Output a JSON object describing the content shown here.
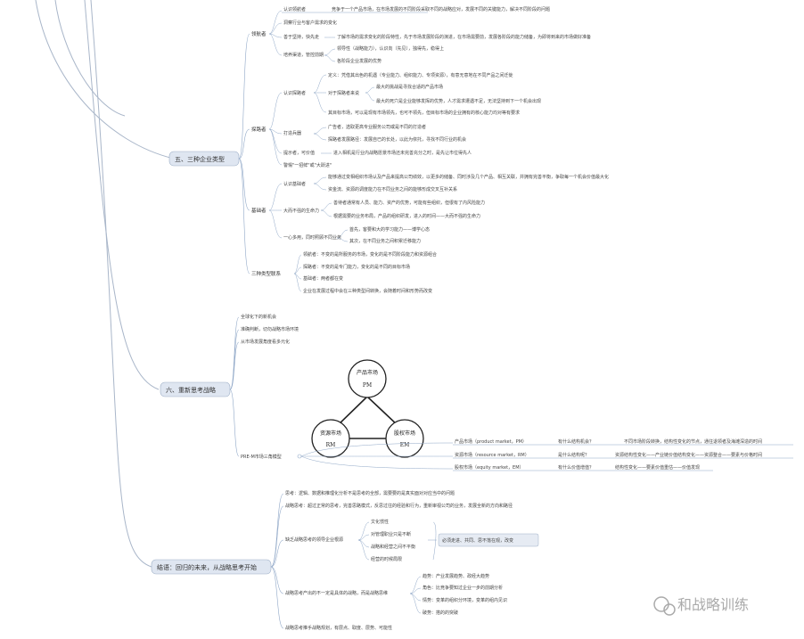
{
  "sections": {
    "s5": {
      "title": "五、三种企业类型",
      "types": {
        "navigator": {
          "name": "领航者",
          "items": [
            "认识领航者",
            "竞争于一个产品市场，在市场发展的不同阶段采取不同的战略应对，发展不同的关键能力，解决不同阶段的问题",
            "洞察行业与客户需求的变化",
            "善于坚持，快先走",
            "了解市场的需求变化的阶段特性，先于市场发展阶段的演进，在市场需要前，发展各阶段的能力储备，为即将到来的市场做好准备",
            "培养渠道，管控前期",
            "领导性（战略能力），认识向（先见），独得先，稳得上",
            "各阶段企业发展的优势"
          ]
        },
        "opportunist": {
          "name": "探路者",
          "items": [
            "认识探路者",
            "定义：凭借其出色的机遇（专业能力、组织能力、专项资源），有意无意地在不同产品之间迁徙",
            "对于探路者来说",
            "最大的挑战是寻找合适的产品市场",
            "最大的死穴是企业能够发挥的优势，人才需求遭遇不足，无法坚持到下一个机会出现",
            "其目标市场，可以是现有市场领先，也可不领先，但目标市场的企业拥有的核心能力均对等有要求",
            "打造兵器",
            "广告者，选取更高专业服务公司或是不同的打造者",
            "探路者发展路径：发展自已的长处，以此为依托，寻找不同行业的机会",
            "提示者，可价值",
            "进入相机是行业内战略愿景市场还未完善充分之时，是先让市位得先人",
            "警惕\"一招鲜\"或\"大跃进\""
          ]
        },
        "mover": {
          "name": "基础者",
          "items": [
            "认识基础者",
            "能够通过变相组织市场认及产品来提高公司绩效，以更多的储备、同时涉及几个产品、相互关联，并拥有完善平衡，争取每一个机会价值最大化",
            "资金流、资源的调度能力在不同业务之间的能够形成交叉互补关系",
            "大而不强的生命力",
            "善待者通常有人员、能力、资产的优势，可能有些组织，但很有了内风险能力",
            "根据需要的业务布局，产品的组织研发，进入的时间——大而不强的生命力",
            "一心多用，同时照顾不同业务",
            "首先，客要和大的学习能力——博学心态",
            "其次，在不同业务之间积累迁移能力"
          ]
        },
        "compare": {
          "name": "三种类型联系",
          "items": [
            "领航者：不变的是所服务的市场，变化的是不同阶段能力和资源组合",
            "探路者：不变的是专门能力，变化的是不同的目标市场",
            "基础者：两者都在变",
            "企业在发展过程中会在三种类型间转换，会随着时间和形势而改变"
          ]
        }
      }
    },
    "s6": {
      "title": "六、重新思考战略",
      "items": [
        "全球化下的新机会",
        "准确判断，切勿战略市场环境",
        "从市场发展角度看多元化",
        "PRE-M市场三角模型"
      ],
      "triangle": {
        "top": {
          "title": "产品市场",
          "abbr": "PM"
        },
        "left": {
          "title": "资源市场",
          "abbr": "RM"
        },
        "right": {
          "title": "股权市场",
          "abbr": "EM"
        }
      },
      "markets": [
        {
          "name": "产品市场（product market，PM）",
          "question": "有什么结构机会？",
          "answer": "不同市场阶段转换，结构性变化的节点，通往退领者及海滩深造的时间"
        },
        {
          "name": "资源市场（resource market，RM）",
          "question": "是什么结构呢？",
          "answer": "资源结构性变化——产业链价值结构变化——资源整合——要素与价格时间"
        },
        {
          "name": "股权市场（equity market，EM）",
          "question": "有什么价值增值？",
          "answer": "结构性变化——要素价值重估——价值发现"
        }
      ]
    },
    "end": {
      "title": "结语：回归的未来，从战略思考开始",
      "items": [
        "思考：逻辑、数据和推理化分析不是思考的全部，需要要的是真实面对对应当中的问题",
        "战略思考：超过正常的思考，完善思路模式，反思过往的经验和行为，重新审视公司的业务，发展全新的方向和路径",
        "缺乏战略思考的领导企业根源",
        "文化惯性",
        "对管理职业只是不断",
        "战略和经营之间不平衡",
        "经营的时候局限",
        "必须走进、共同、思不落在观，改变",
        "战略思考产出的不一定是具体的战略，而是战略思维",
        "趋势：产业发展趋势、政经大趋势",
        "角色：比竞争要知过企业一步的前期分析",
        "情势：变革的组织分环境，变革的组内见识",
        "破势：搭的的突破",
        "战略思考推手战略规划，有层点、取度、层势、可能性"
      ]
    }
  },
  "watermark": "和战略训练"
}
